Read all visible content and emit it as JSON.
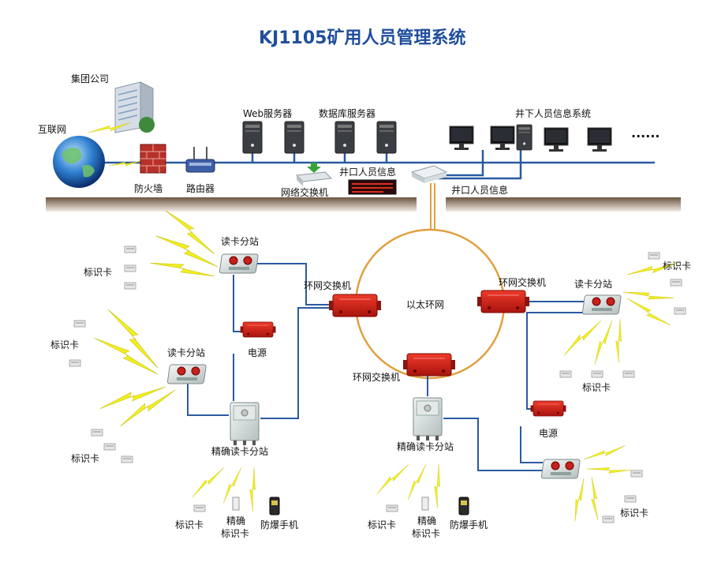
{
  "title": "KJ1105矿用人员管理系统",
  "colors": {
    "title": "#1f4e9c",
    "line": "#2a5aa0",
    "ring": "#e0a040",
    "device_red": "#d42020",
    "lightning": "#f2ee20",
    "ground": "#5c4a36"
  },
  "labels": {
    "group_company": "集团公司",
    "internet": "互联网",
    "firewall": "防火墙",
    "router": "路由器",
    "web_server": "Web服务器",
    "db_server": "数据库服务器",
    "network_switch": "网络交换机",
    "wellhead_info_1": "井口人员信息",
    "wellhead_info_2": "井口人员信息",
    "underground_system": "井下人员信息系统",
    "ellipsis": "······",
    "card_reader_1": "读卡分站",
    "card_reader_2": "读卡分站",
    "card_reader_3": "读卡分站",
    "tag_1": "标识卡",
    "tag_2": "标识卡",
    "tag_3": "标识卡",
    "tag_4": "标识卡",
    "tag_5": "标识卡",
    "tag_6": "标识卡",
    "tag_7": "标识卡",
    "tag_8": "标识卡",
    "ring_switch_1": "环网交换机",
    "ring_switch_2": "环网交换机",
    "ring_switch_3": "环网交换机",
    "ethernet_ring": "以太环网",
    "power_1": "电源",
    "power_2": "电源",
    "precise_reader_1": "精确读卡分站",
    "precise_reader_2": "精确读卡分站",
    "precise_tag_1a": "精确",
    "precise_tag_1b": "标识卡",
    "precise_tag_2a": "精确",
    "precise_tag_2b": "标识卡",
    "phone_1": "防爆手机",
    "phone_2": "防爆手机"
  }
}
